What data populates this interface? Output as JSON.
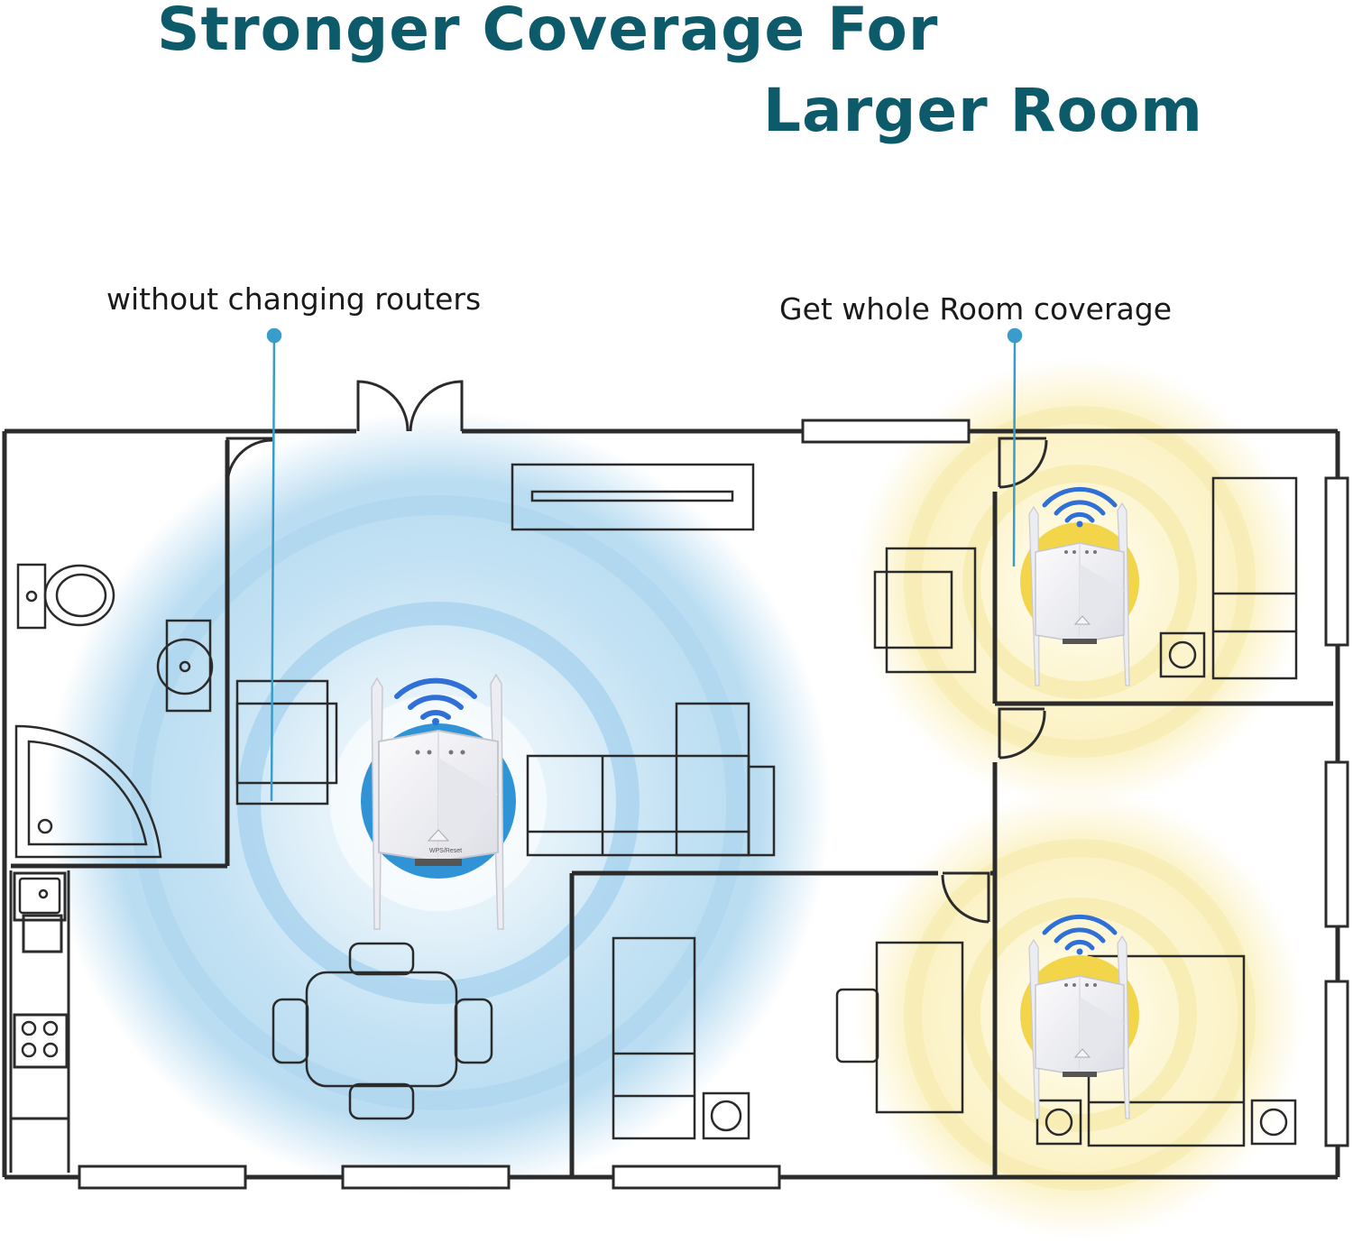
{
  "title": {
    "line1": "Stronger Coverage For",
    "line2": "Larger Room"
  },
  "callouts": {
    "left": "without changing routers",
    "right": "Get whole Room coverage"
  },
  "device": {
    "button_label": "WPS/Reset"
  },
  "colors": {
    "title": "#0d5b6a",
    "text": "#1a1a1a",
    "wall": "#2b2b2b",
    "blue_zone": "#4aa8dc",
    "yellow_zone": "#f3dd6a",
    "wifi_icon": "#2f6fd6",
    "leader_line": "#3a9ccb"
  }
}
